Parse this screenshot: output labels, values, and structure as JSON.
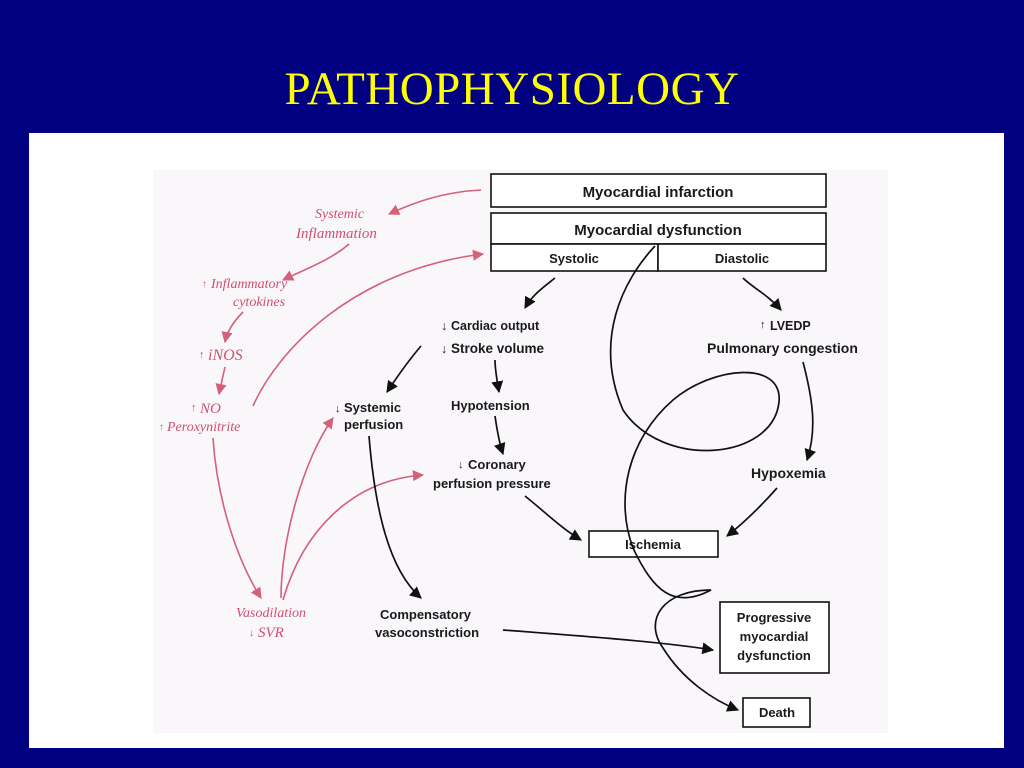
{
  "title": "PATHOPHYSIOLOGY",
  "nodes": {
    "myocardial_infarction": "Myocardial infarction",
    "myocardial_dysfunction": "Myocardial dysfunction",
    "systolic": "Systolic",
    "diastolic": "Diastolic",
    "cardiac_output": "Cardiac output",
    "stroke_volume": "Stroke volume",
    "lvedp": "LVEDP",
    "pulmonary_congestion": "Pulmonary congestion",
    "systemic_perfusion_1": "Systemic",
    "systemic_perfusion_2": "perfusion",
    "hypotension": "Hypotension",
    "coronary_1": "Coronary",
    "coronary_2": "perfusion pressure",
    "hypoxemia": "Hypoxemia",
    "ischemia": "Ischemia",
    "compensatory_1": "Compensatory",
    "compensatory_2": "vasoconstriction",
    "progressive_1": "Progressive",
    "progressive_2": "myocardial",
    "progressive_3": "dysfunction",
    "death": "Death"
  },
  "inflammation": {
    "systemic_1": "Systemic",
    "systemic_2": "Inflammation",
    "cytokines_1": "Inflammatory",
    "cytokines_2": "cytokines",
    "inos": "iNOS",
    "no": "NO",
    "peroxynitrite": "Peroxynitrite",
    "vasodilation": "Vasodilation",
    "svr": "SVR"
  },
  "colors": {
    "background": "#000080",
    "title": "#ffff00",
    "inflammation_pathway": "#d0506c",
    "main_pathway": "#111111"
  }
}
